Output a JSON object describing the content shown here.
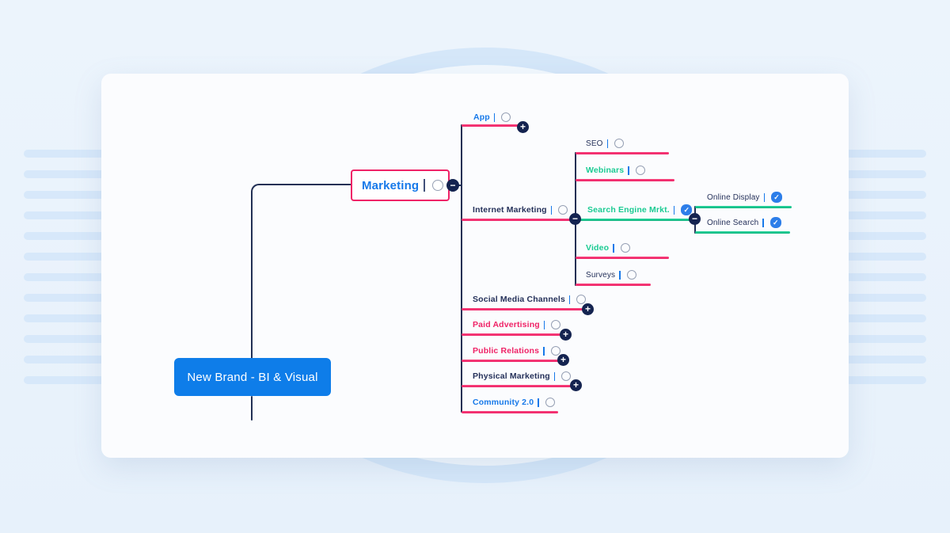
{
  "colors": {
    "pink": "#ef2367",
    "green": "#1bcb93",
    "blue": "#1779e9",
    "navy": "#25315a",
    "line": "#223055",
    "btn": "#142350",
    "cbblue": "#2d7ee9",
    "rootblue": "#0e7de9",
    "stripe": "#d7e8fa",
    "ring": "#d5e7f9"
  },
  "icons": {
    "expand": "+",
    "collapse": "−",
    "check": "✓"
  },
  "map": {
    "root": {
      "label": "New Brand - BI & Visual"
    },
    "marketing": {
      "label": "Marketing",
      "checked": false
    },
    "nodes": {
      "app": {
        "label": "App",
        "checked": false
      },
      "internet_marketing": {
        "label": "Internet Marketing",
        "checked": false
      },
      "seo": {
        "label": "SEO",
        "checked": false
      },
      "webinars": {
        "label": "Webinars",
        "checked": false
      },
      "sem": {
        "label": "Search Engine Mrkt.",
        "checked": true
      },
      "video": {
        "label": "Video",
        "checked": false
      },
      "surveys": {
        "label": "Surveys",
        "checked": false
      },
      "online_display": {
        "label": "Online Display",
        "checked": true
      },
      "online_search": {
        "label": "Online Search",
        "checked": true
      },
      "social": {
        "label": "Social Media Channels",
        "checked": false
      },
      "paid": {
        "label": "Paid Advertising",
        "checked": false
      },
      "public": {
        "label": "Public Relations",
        "checked": false
      },
      "physical": {
        "label": "Physical Marketing",
        "checked": false
      },
      "community": {
        "label": "Community 2.0",
        "checked": false
      }
    }
  }
}
